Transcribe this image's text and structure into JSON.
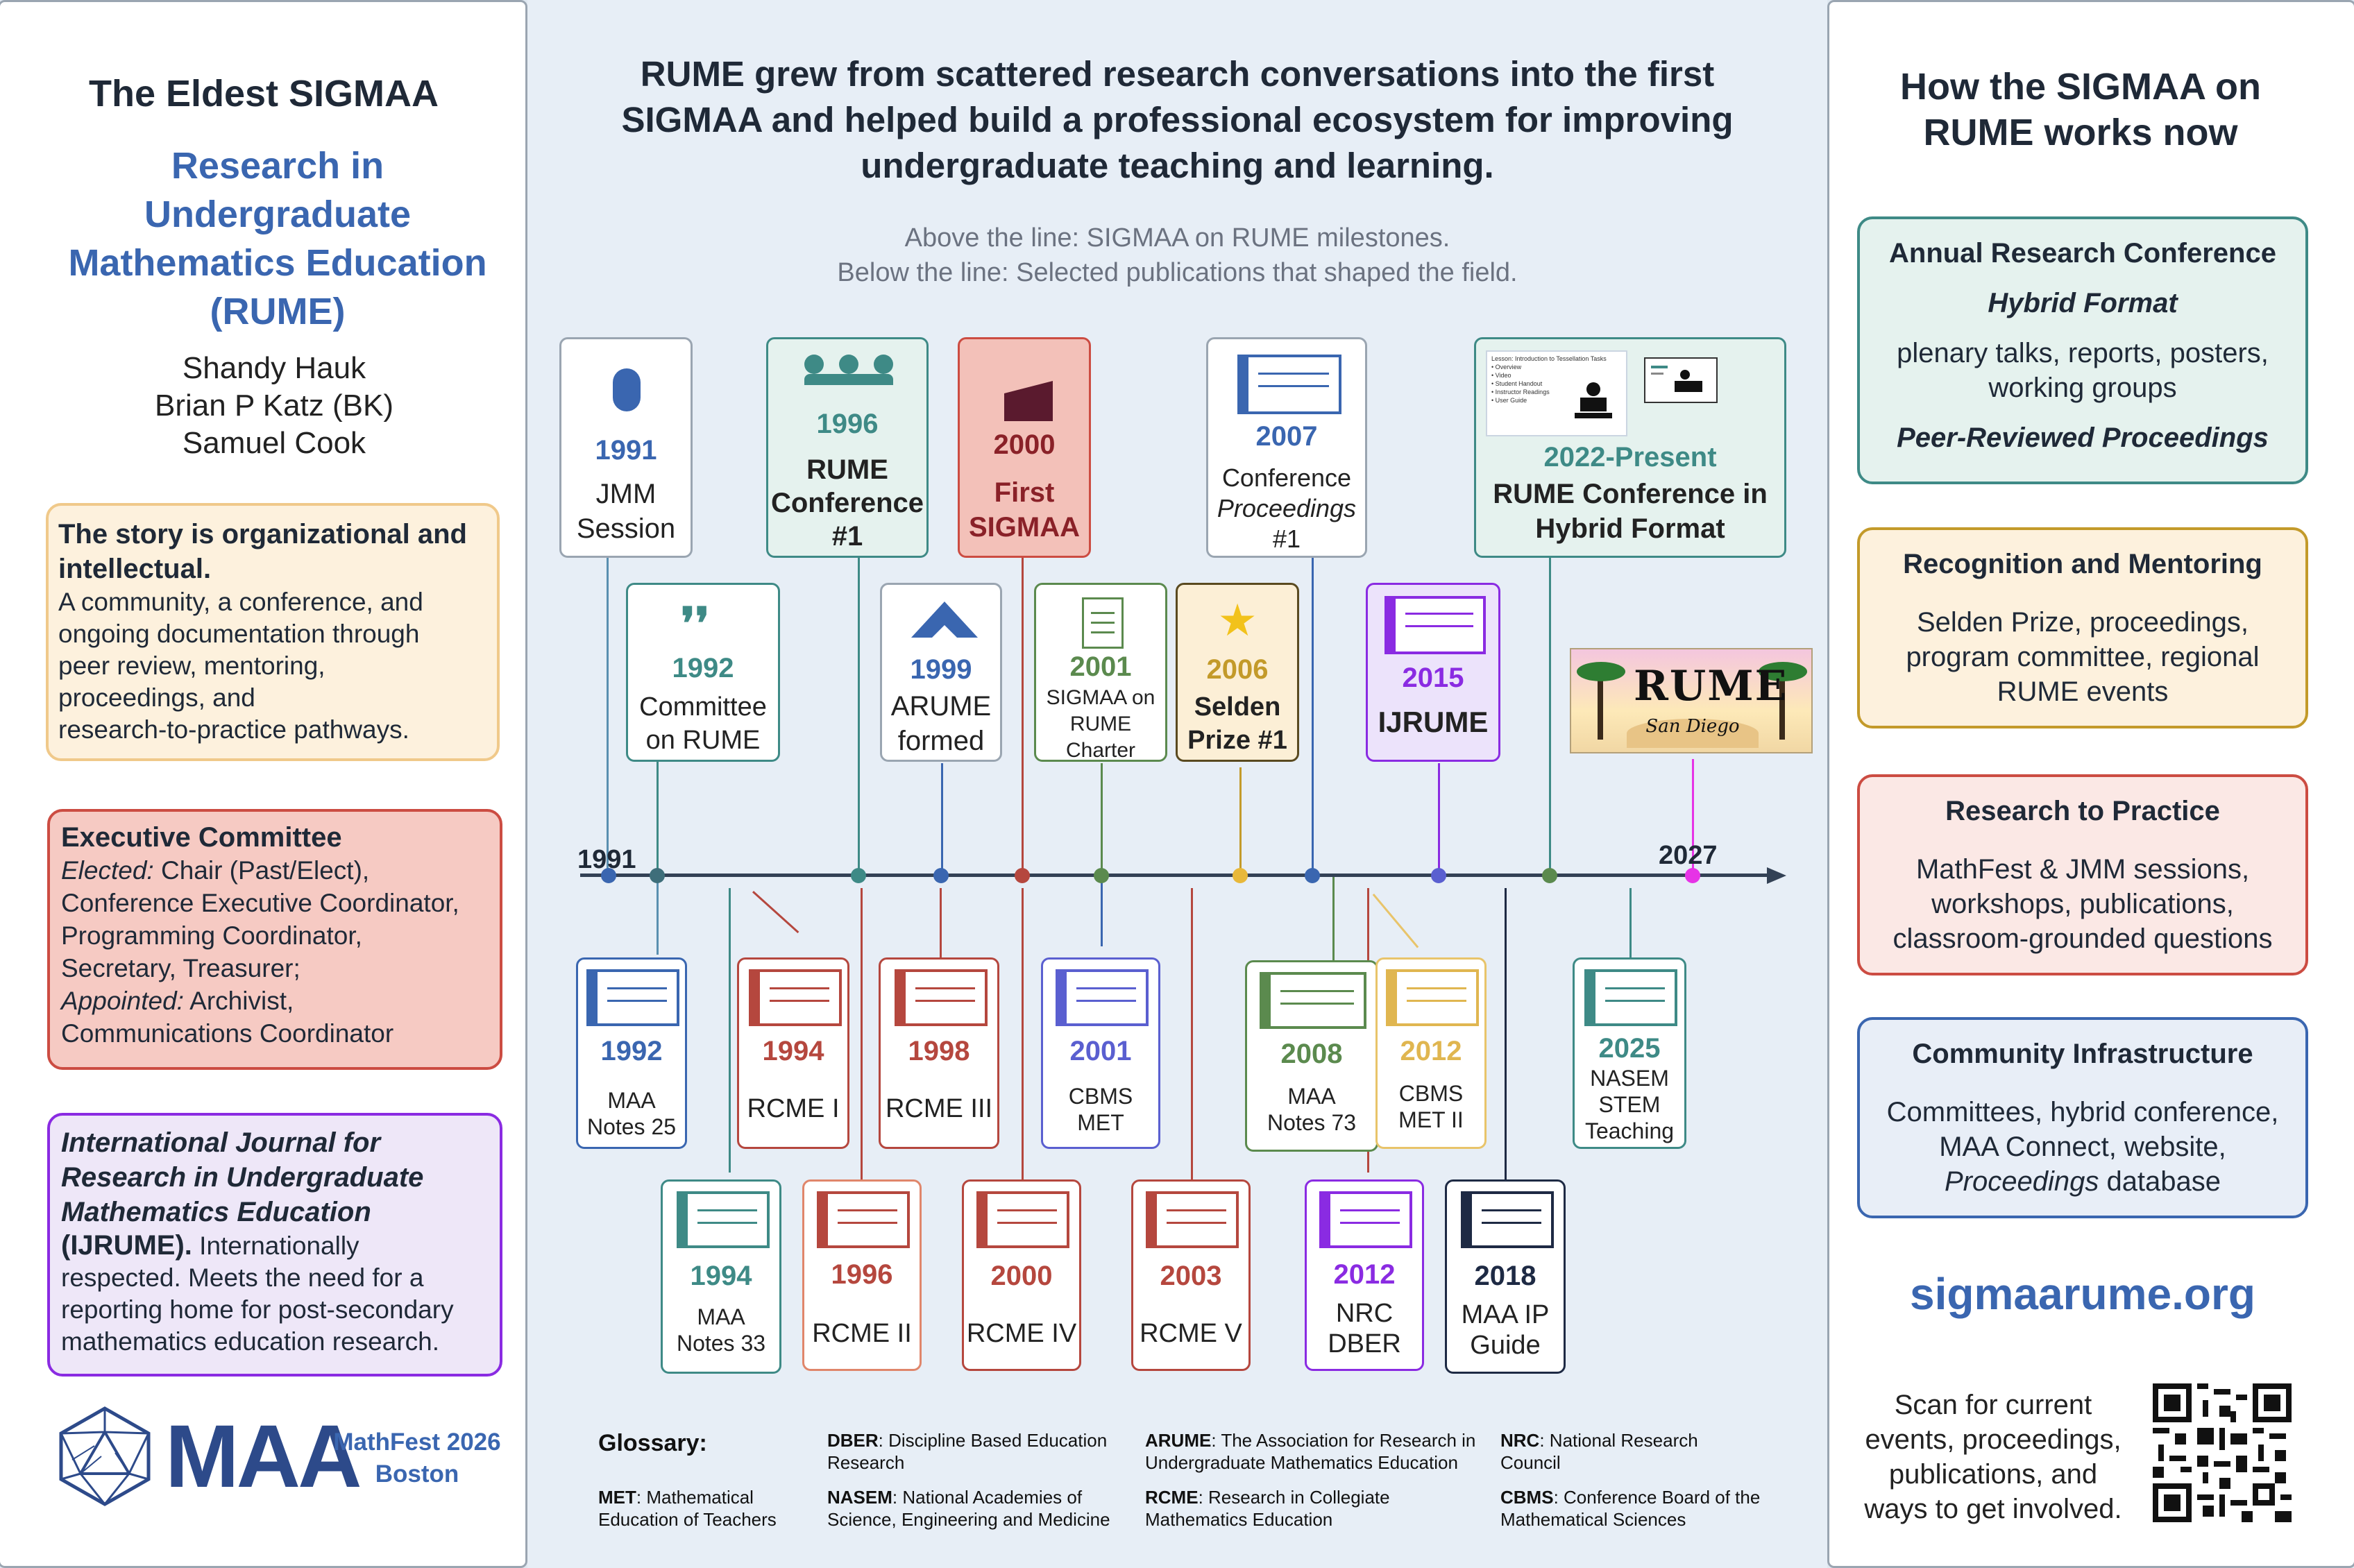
{
  "left": {
    "title": "The Eldest SIGMAA",
    "subtitle_lines": [
      "Research in",
      "Undergraduate",
      "Mathematics Education",
      "(RUME)"
    ],
    "authors": [
      "Shandy Hauk",
      "Brian P Katz (BK)",
      "Samuel Cook"
    ],
    "story": {
      "heading": "The story is organizational and intellectual.",
      "body_lines": [
        "A community, a conference, and",
        "ongoing documentation through",
        "peer review, mentoring,",
        "proceedings, and",
        "research-to-practice pathways."
      ]
    },
    "exec": {
      "heading": "Executive Committee",
      "elected_label": "Elected:",
      "elected_lines": [
        " Chair (Past/Elect),",
        "Conference Executive Coordinator,",
        "Programming Coordinator,",
        "Secretary, Treasurer;"
      ],
      "appointed_label": "Appointed:",
      "appointed_lines": [
        " Archivist,",
        "Communications Coordinator"
      ]
    },
    "ijrume": {
      "heading_lines": [
        "International Journal for",
        "Research in Undergraduate",
        "Mathematics Education"
      ],
      "abbr": "(IJRUME).",
      "body_first": " Internationally",
      "body_lines": [
        "respected. Meets the need for a",
        "reporting home for post-secondary",
        "mathematics education research."
      ]
    },
    "maa_logo_text": "MAA",
    "event_lines": [
      "MathFest 2026",
      "Boston"
    ]
  },
  "center": {
    "headline_lines": [
      "RUME grew from scattered research conversations into the first",
      "SIGMAA and helped build a professional ecosystem for improving",
      "undergraduate teaching and learning."
    ],
    "legend_lines": [
      "Above the line: SIGMAA on RUME milestones.",
      "Below the line: Selected publications that shaped the field."
    ],
    "axis_start": "1991",
    "axis_end": "2027",
    "milestones": {
      "m1991": {
        "year": "1991",
        "lines": [
          "JMM",
          "Session"
        ]
      },
      "m1992": {
        "year": "1992",
        "lines": [
          "Committee",
          "on RUME"
        ]
      },
      "m1996": {
        "year": "1996",
        "lines": [
          "RUME",
          "Conference",
          "#1"
        ]
      },
      "m1999": {
        "year": "1999",
        "lines": [
          "ARUME",
          "formed"
        ]
      },
      "m2000": {
        "year": "2000",
        "lines": [
          "First",
          "SIGMAA"
        ]
      },
      "m2001": {
        "year": "2001",
        "lines": [
          "SIGMAA on",
          "RUME",
          "Charter"
        ]
      },
      "m2006": {
        "year": "2006",
        "lines": [
          "Selden",
          "Prize #1"
        ]
      },
      "m2007": {
        "year": "2007",
        "line1": "Conference",
        "line2": "Proceedings",
        "line3": "#1"
      },
      "m2015": {
        "year": "2015",
        "lines": [
          "IJRUME"
        ]
      },
      "m2022": {
        "year": "2022-Present",
        "lines": [
          "RUME Conference in",
          "Hybrid Format"
        ]
      }
    },
    "publications": {
      "p1992": {
        "year": "1992",
        "lines": [
          "MAA",
          "Notes 25"
        ]
      },
      "p1994a": {
        "year": "1994",
        "lines": [
          "RCME I"
        ]
      },
      "p1998": {
        "year": "1998",
        "lines": [
          "RCME III"
        ]
      },
      "p2001": {
        "year": "2001",
        "lines": [
          "CBMS",
          "MET"
        ]
      },
      "p2008": {
        "year": "2008",
        "lines": [
          "MAA",
          "Notes 73"
        ]
      },
      "p2012a": {
        "year": "2012",
        "lines": [
          "CBMS",
          "MET II"
        ]
      },
      "p2025": {
        "year": "2025",
        "lines": [
          "NASEM",
          "STEM",
          "Teaching"
        ]
      },
      "p1994b": {
        "year": "1994",
        "lines": [
          "MAA",
          "Notes 33"
        ]
      },
      "p1996": {
        "year": "1996",
        "lines": [
          "RCME II"
        ]
      },
      "p2000": {
        "year": "2000",
        "lines": [
          "RCME IV"
        ]
      },
      "p2003": {
        "year": "2003",
        "lines": [
          "RCME V"
        ]
      },
      "p2012b": {
        "year": "2012",
        "lines": [
          "NRC",
          "DBER"
        ]
      },
      "p2018": {
        "year": "2018",
        "lines": [
          "MAA IP",
          "Guide"
        ]
      }
    },
    "slide_thumb": {
      "title": "Lesson: Introduction to Tessellation Tasks",
      "bullets": [
        "Overview",
        "Video",
        "Student Handout",
        "Instructor Readings",
        "User Guide"
      ]
    },
    "san_diego_logo": {
      "title": "RUME",
      "sub": "San Diego"
    },
    "glossary": {
      "label": "Glossary:",
      "items": [
        {
          "abbr": "MET",
          "def": ": Mathematical",
          "def2": "Education of Teachers"
        },
        {
          "abbr": "DBER",
          "def": ": Discipline Based Education",
          "def2": "Research"
        },
        {
          "abbr": "NASEM",
          "def": ": National Academies of",
          "def2": "Science, Engineering and Medicine"
        },
        {
          "abbr": "ARUME",
          "def": ": The Association for Research in",
          "def2": "Undergraduate Mathematics Education"
        },
        {
          "abbr": "RCME",
          "def": ": Research in Collegiate",
          "def2": "Mathematics Education"
        },
        {
          "abbr": "NRC",
          "def": ": National Research",
          "def2": "Council"
        },
        {
          "abbr": "CBMS",
          "def": ": Conference Board of the",
          "def2": "Mathematical Sciences"
        }
      ]
    }
  },
  "right": {
    "title_lines": [
      "How the SIGMAA on",
      "RUME works now"
    ],
    "cards": [
      {
        "title": "Annual Research Conference",
        "line1": "Hybrid Format",
        "line2": "plenary talks, reports, posters,",
        "line3": "working groups",
        "line4": "Peer-Reviewed Proceedings"
      },
      {
        "title": "Recognition and Mentoring",
        "line1": "Selden Prize, proceedings,",
        "line2": "program committee, regional",
        "line3": "RUME events"
      },
      {
        "title": "Research to Practice",
        "line1": "MathFest & JMM sessions,",
        "line2": "workshops, publications,",
        "line3": "classroom-grounded questions"
      },
      {
        "title": "Community Infrastructure",
        "line1": "Committees, hybrid conference,",
        "line2": "MAA Connect, website,",
        "line3": "Proceedings",
        "line3b": " database"
      }
    ],
    "url": "sigmaarume.org",
    "scan_lines": [
      "Scan for current",
      "events, proceedings,",
      "publications, and",
      "ways to get involved."
    ]
  },
  "colors": {
    "teal": "#3e8a86",
    "blue": "#3a66b0",
    "red": "#b5473e",
    "darkred": "#8a2128",
    "green": "#5b8a4e",
    "gold": "#c39a2a",
    "purple": "#8a2be2",
    "navy": "#1e2a44",
    "magenta": "#e633e6"
  }
}
